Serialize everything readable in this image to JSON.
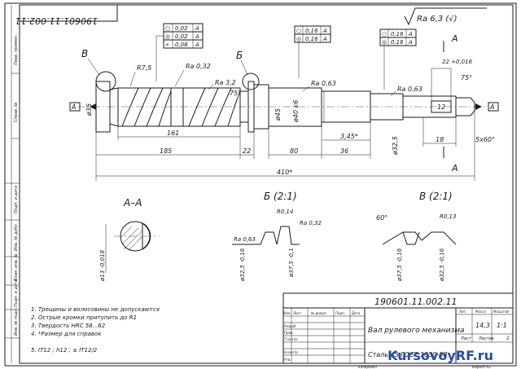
{
  "title_block": {
    "drawing_number": "190601.11.002.11",
    "drawing_number_rotated": "190601.11.002.11",
    "part_name": "Вал рулевого механизма",
    "material": "Сталь 45 ГОСТ 1050-88",
    "mass": "14,3",
    "scale": "1:1",
    "sheet_label": "Лист",
    "sheets_label": "Листов",
    "sheets": "1",
    "col_lit": "Лит.",
    "col_mass": "Масса",
    "col_scale": "Масштаб",
    "rows": [
      "Изм.",
      "Лист",
      "№ докум.",
      "Подп.",
      "Дата"
    ],
    "role_rows": [
      "Разраб.",
      "Пров.",
      "Т.контр.",
      "Н.контр.",
      "Утв."
    ],
    "copied": "Копировал",
    "format": "Формат А3"
  },
  "side_table": [
    "Перв. примен.",
    "Справ. №",
    "Подп. и дата",
    "Инв. № дубл.",
    "Взам. инв. №",
    "Подп. и дата",
    "Инв. № подл."
  ],
  "roughness": {
    "value": "Ra 6,3 (√)"
  },
  "tolerance_frames": [
    [
      "○",
      "0,02",
      "А"
    ],
    [
      "◎",
      "0,02",
      "А"
    ],
    [
      "⌖",
      "0,08",
      "А"
    ],
    [
      "○",
      "0,16",
      "А"
    ],
    [
      "◎",
      "0,16",
      "А"
    ],
    [
      "○",
      "0,16",
      "А"
    ],
    [
      "◎",
      "0,16",
      "А"
    ]
  ],
  "labels": {
    "view_b_ref": "В",
    "view_b2_ref": "Б",
    "section_a_top": "А",
    "section_a_bottom": "А",
    "datum_left": "А",
    "datum_right": "А",
    "r_thread": "R7,5",
    "ra_thread": "Ra 0,32",
    "ra_32": "Ra 3,2",
    "ra_063_mid": "Ra 0,63",
    "ra_063_right": "Ra 0,63",
    "angle_75": "75°",
    "angle_75_right": "75°",
    "chamfer": "22 +0,016",
    "key_12": "12",
    "section_aa": "А–А",
    "view_b_scale": "Б (2:1)",
    "view_v_scale": "В (2:1)"
  },
  "dimensions": {
    "d35": "ø35",
    "d45": "ø45",
    "d40k6": "ø40 k6",
    "d32_5": "ø32,5",
    "len_161": "161",
    "len_185": "185",
    "len_22": "22",
    "len_80": "80",
    "len_36": "36",
    "len_345": "3,45*",
    "len_18": "18",
    "chamfer_5x60": "5x60°",
    "len_410": "410*",
    "sec_d": "ø13 -0,018",
    "b_r014": "R0,14",
    "b_ra032": "Ra 0,32",
    "b_ra063": "Ra 0,63",
    "b_d325": "ø32,5 -0,16",
    "b_d375": "ø37,5 -0,1",
    "v_angle": "60°",
    "v_r013": "R0,13",
    "v_d375": "ø37,5 -0,16",
    "v_d325": "ø32,5 -0,16"
  },
  "notes": [
    "1. Трещины и волосовины не допускаются",
    "2. Острые кромки притупить до R1",
    "3. Твердость HRC 58...62",
    "4. *Размер для справок",
    "5. IT12 ; h12 ; ± IT12/2"
  ],
  "watermark": "KursovoyRF.ru"
}
